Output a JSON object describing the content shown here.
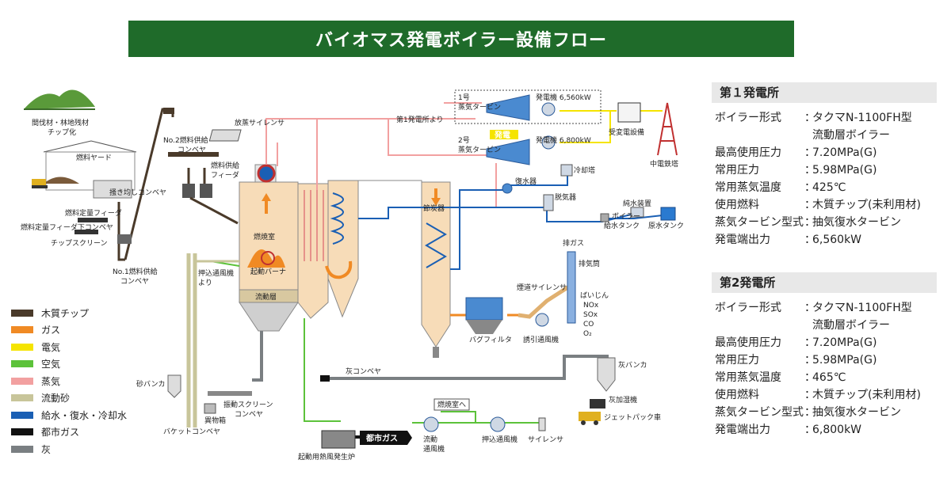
{
  "title": "バイオマス発電ボイラー設備フロー",
  "diagram_labels": {
    "forest": "間伐材・林地残材\nチップ化",
    "fuel_yard": "燃料ヤード",
    "leveling_conveyor": "掻き均しコンベヤ",
    "fuel_feeder_fixed": "燃料定量フィーダ",
    "fuel_feeder_conveyor": "燃料定量フィーダ下コンベヤ",
    "chip_screen": "チップスクリーン",
    "no1_conveyor": "No.1燃料供給\nコンベヤ",
    "no2_conveyor": "No.2燃料供給\nコンベヤ",
    "fuel_feeder": "燃料供給\nフィーダ",
    "steam_silencer": "放蒸サイレンサ",
    "plant1_from": "第1発電所より",
    "turbine1": "1号\n蒸気タービン",
    "gen1": "発電機 6,560kW",
    "turbine2": "2号\n蒸気タービン",
    "gen2": "発電機 6,800kW",
    "power_tag": "発電",
    "substation": "受変電設備",
    "tower": "中電鉄塔",
    "condenser": "復水器",
    "cooling_tower": "冷却塔",
    "deaerator": "脱気器",
    "pure_water": "純水装置",
    "boiler_tank": "ボイラー\n給水タンク",
    "raw_tank": "原水タンク",
    "economizer": "節炭器",
    "exhaust_gas": "排ガス",
    "stack": "排気筒",
    "flue_silencer": "煙道サイレンサ",
    "emissions": [
      "ばいじん",
      "NOx",
      "SOx",
      "CO",
      "O₂"
    ],
    "bag_filter": "バグフィルタ",
    "idf": "誘引通風機",
    "combustion_chamber": "燃焼室",
    "startup_burner": "起動バーナ",
    "fluid_bed": "流動層",
    "push_fan_from": "押込通風機\nより",
    "ash_conveyor": "灰コンベヤ",
    "ash_bunker": "灰バンカ",
    "ash_humidifier": "灰加湿機",
    "jet_truck": "ジェットパック車",
    "sand_bunker": "砂バンカ",
    "vibrating_screen": "振動スクリーン\nコンベヤ",
    "foreign_box": "異物箱",
    "bucket_conveyor": "バケットコンベヤ",
    "to_combustion": "燃焼室へ",
    "fluid_fan": "流動\n通風機",
    "push_fan": "押込通風機",
    "silencer": "サイレンサ",
    "city_gas": "都市ガス",
    "hot_air_furnace": "起動用熱風発生炉"
  },
  "legend": [
    {
      "label": "木質チップ",
      "color": "#4a3a2a"
    },
    {
      "label": "ガス",
      "color": "#f08a24"
    },
    {
      "label": "電気",
      "color": "#f5e400"
    },
    {
      "label": "空気",
      "color": "#5cc23a"
    },
    {
      "label": "蒸気",
      "color": "#f2a0a0"
    },
    {
      "label": "流動砂",
      "color": "#c8c59a"
    },
    {
      "label": "給水・復水・冷却水",
      "color": "#1a5fb4"
    },
    {
      "label": "都市ガス",
      "color": "#111111"
    },
    {
      "label": "灰",
      "color": "#7a7f82"
    }
  ],
  "plants": [
    {
      "name": "第１発電所",
      "specs": [
        {
          "label": "ボイラー形式",
          "value": "タクマN-1100FH型"
        },
        {
          "label": "",
          "value": "流動層ボイラー"
        },
        {
          "label": "最高使用圧力",
          "value": "7.20MPa(G)"
        },
        {
          "label": "常用圧力",
          "value": "5.98MPa(G)"
        },
        {
          "label": "常用蒸気温度",
          "value": "425℃"
        },
        {
          "label": "使用燃料",
          "value": "木質チップ(未利用材)"
        },
        {
          "label": "蒸気タービン型式",
          "value": "抽気復水タービン"
        },
        {
          "label": "発電端出力",
          "value": "6,560kW"
        }
      ]
    },
    {
      "name": "第2発電所",
      "specs": [
        {
          "label": "ボイラー形式",
          "value": "タクマN-1100FH型"
        },
        {
          "label": "",
          "value": "流動層ボイラー"
        },
        {
          "label": "最高使用圧力",
          "value": "7.20MPa(G)"
        },
        {
          "label": "常用圧力",
          "value": "5.98MPa(G)"
        },
        {
          "label": "常用蒸気温度",
          "value": "465℃"
        },
        {
          "label": "使用燃料",
          "value": "木質チップ(未利用材)"
        },
        {
          "label": "蒸気タービン型式",
          "value": "抽気復水タービン"
        },
        {
          "label": "発電端出力",
          "value": "6,800kW"
        }
      ]
    }
  ]
}
